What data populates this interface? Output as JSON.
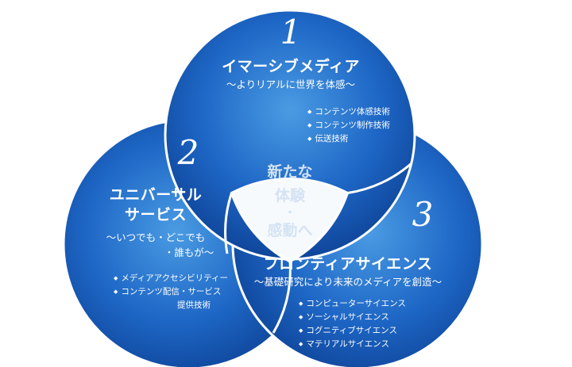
{
  "circles": [
    {
      "number": "1",
      "title": "イマーシブメディア",
      "subtitle": "〜よりリアルに世界を体感〜",
      "items": [
        "コンテンツ体感技術",
        "コンテンツ制作技術",
        "伝送技術"
      ]
    },
    {
      "number": "2",
      "title_lines": [
        "ユニバーサル",
        "サービス"
      ],
      "subtitle_lines": [
        "〜いつでも・どこでも",
        "・誰もが〜"
      ],
      "items": [
        "メディアアクセシビリティー",
        "コンテンツ配信・サービス"
      ],
      "item_continuation": "提供技術"
    },
    {
      "number": "3",
      "title": "フロンティアサイエンス",
      "subtitle": "〜基礎研究により未来のメディアを創造〜",
      "items": [
        "コンピューターサイエンス",
        "ソーシャルサイエンス",
        "コグニティブサイエンス",
        "マテリアルサイエンス"
      ]
    }
  ],
  "center": {
    "lines": [
      "新たな",
      "体験",
      "・",
      "感動へ"
    ]
  },
  "colors": {
    "circle_light": "#3f92de",
    "circle_mid": "#1b63c4",
    "circle_dark": "#0b3f93",
    "outline": "#ffffff",
    "center_fill": "#f7fafd",
    "center_text": "#d4e3f3"
  }
}
